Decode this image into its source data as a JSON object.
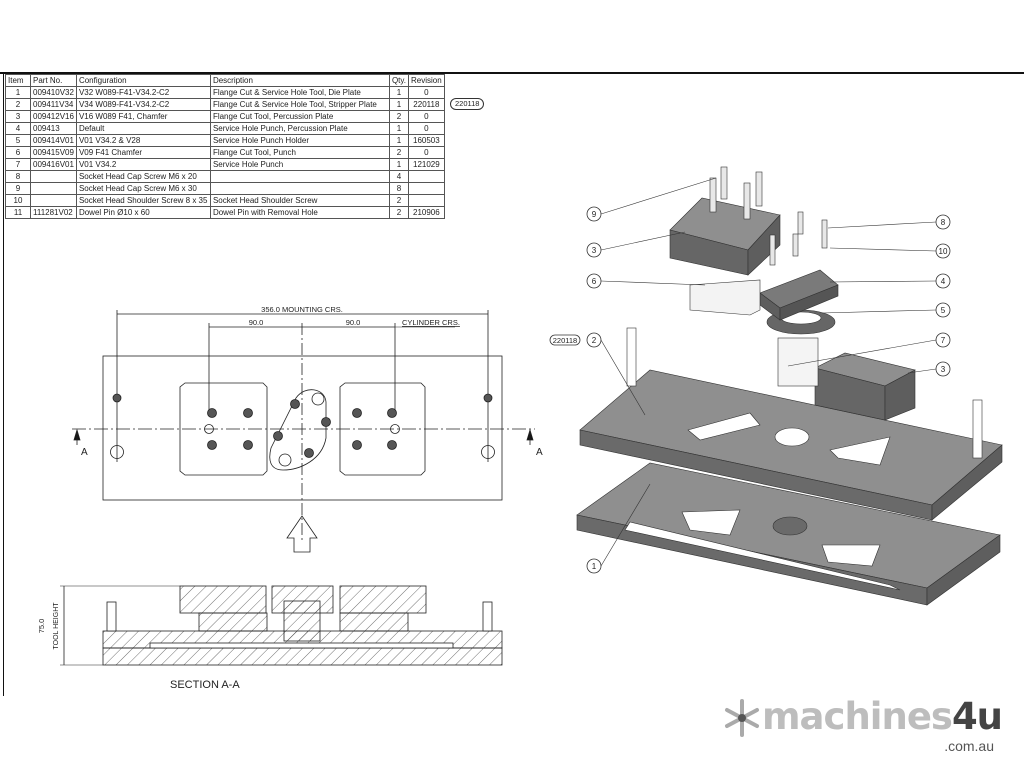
{
  "bom": {
    "headers": [
      "Item",
      "Part No.",
      "Configuration",
      "Description",
      "Qty.",
      "Revision"
    ],
    "rows": [
      [
        "1",
        "009410V32",
        "V32 W089-F41-V34.2-C2",
        "Flange Cut & Service Hole Tool, Die Plate",
        "1",
        "0"
      ],
      [
        "2",
        "009411V34",
        "V34 W089-F41-V34.2-C2",
        "Flange Cut & Service Hole Tool, Stripper Plate",
        "1",
        "220118"
      ],
      [
        "3",
        "009412V16",
        "V16 W089 F41, Chamfer",
        "Flange Cut Tool, Percussion Plate",
        "2",
        "0"
      ],
      [
        "4",
        "009413",
        "Default",
        "Service Hole Punch, Percussion Plate",
        "1",
        "0"
      ],
      [
        "5",
        "009414V01",
        "V01 V34.2 & V28",
        "Service Hole Punch Holder",
        "1",
        "160503"
      ],
      [
        "6",
        "009415V09",
        "V09 F41 Chamfer",
        "Flange Cut Tool, Punch",
        "2",
        "0"
      ],
      [
        "7",
        "009416V01",
        "V01 V34.2",
        "Service Hole Punch",
        "1",
        "121029"
      ],
      [
        "8",
        "",
        "Socket Head Cap Screw M6 x 20",
        "",
        "4",
        ""
      ],
      [
        "9",
        "",
        "Socket Head Cap Screw M6 x 30",
        "",
        "8",
        ""
      ],
      [
        "10",
        "",
        "Socket Head Shoulder Screw 8 x 35",
        "Socket Head Shoulder Screw",
        "2",
        ""
      ],
      [
        "11",
        "111281V02",
        "Dowel Pin Ø10 x 60",
        "Dowel Pin with Removal Hole",
        "2",
        "210906"
      ]
    ],
    "revision_tag": "220118"
  },
  "plan_view": {
    "mounting_dim": "356.0 MOUNTING CRS.",
    "left_dim": "90.0",
    "right_dim": "90.0",
    "cylinder_label": "CYLINDER CRS.",
    "section_mark": "A"
  },
  "section_view": {
    "title": "SECTION A-A",
    "height_dim": "75.0",
    "height_label": "TOOL HEIGHT"
  },
  "iso_view": {
    "balloons": [
      "9",
      "3",
      "6",
      "8",
      "10",
      "4",
      "5",
      "7",
      "3",
      "2",
      "1"
    ],
    "revision_tag": "220118"
  },
  "logo": {
    "main": "machines",
    "accent": "4u",
    "sub": ".com.au"
  },
  "colors": {
    "part_fill": "#8a8a8a",
    "part_top": "#9a9a9a",
    "part_dark": "#5e5e5e",
    "line": "#222222"
  }
}
